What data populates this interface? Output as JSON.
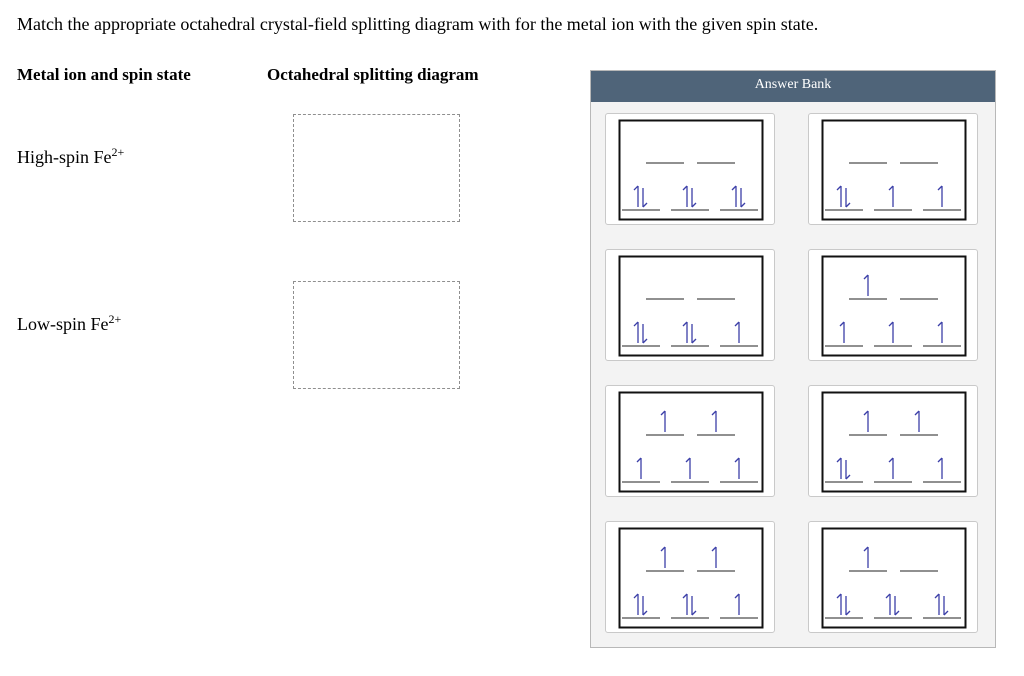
{
  "instructions": "Match the appropriate octahedral crystal-field splitting diagram with for the metal ion with the given spin state.",
  "headers": {
    "metal": "Metal ion and spin state",
    "diagram": "Octahedral splitting diagram"
  },
  "rows": [
    {
      "label": "High-spin Fe",
      "charge": "2+"
    },
    {
      "label": "Low-spin Fe",
      "charge": "2+"
    }
  ],
  "answer_bank": {
    "title": "Answer Bank",
    "glyphs": {
      "pair": "1l",
      "single": "1"
    },
    "tiles": [
      {
        "eg": [
          "",
          ""
        ],
        "t2g": [
          "1l",
          "1l",
          "1l"
        ]
      },
      {
        "eg": [
          "",
          ""
        ],
        "t2g": [
          "1l",
          "1",
          "1"
        ]
      },
      {
        "eg": [
          "",
          ""
        ],
        "t2g": [
          "1l",
          "1l",
          "1"
        ]
      },
      {
        "eg": [
          "1",
          ""
        ],
        "t2g": [
          "1",
          "1",
          "1"
        ]
      },
      {
        "eg": [
          "1",
          "1"
        ],
        "t2g": [
          "1",
          "1",
          "1"
        ]
      },
      {
        "eg": [
          "1",
          "1"
        ],
        "t2g": [
          "1l",
          "1",
          "1"
        ]
      },
      {
        "eg": [
          "1",
          "1"
        ],
        "t2g": [
          "1l",
          "1l",
          "1"
        ]
      },
      {
        "eg": [
          "1",
          ""
        ],
        "t2g": [
          "1l",
          "1l",
          "1l"
        ]
      }
    ]
  },
  "colors": {
    "arrow": "#3b3fa8",
    "bank_header": "#4f6479"
  }
}
